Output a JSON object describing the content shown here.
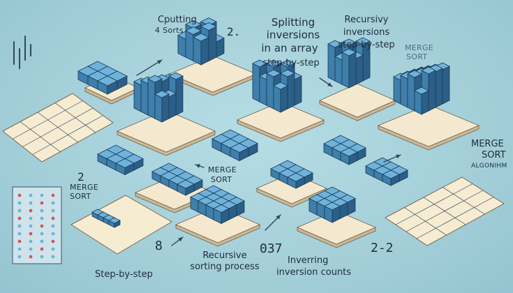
{
  "labels": {
    "cputting": "Cputting",
    "sorts": "4 Sorts",
    "num_top": "2.",
    "splitting_1": "Splitting",
    "splitting_2": "inversions",
    "splitting_3": "in an array",
    "splitting_4": "step-by-step",
    "recursive_1": "Recursivy",
    "recursive_2": "inversions",
    "recursive_3": "step-by-step",
    "merge_top_1": "MERGE",
    "merge_top_2": "SORT",
    "merge_right_1": "MERGE",
    "merge_right_2": "SORT",
    "merge_right_3": "ALGONIHM",
    "merge_left_num": "2",
    "merge_left_1": "MERGE",
    "merge_left_2": "SORT",
    "merge_mid_1": "MERGE",
    "merge_mid_2": "SORT",
    "num_b": "8",
    "recursive_b_1": "Recursive",
    "recursive_b_2": "sorting process",
    "num_037": "037",
    "inverring_1": "Inverring",
    "inverring_2": "inversion counts",
    "num_neg": "2-2",
    "step_bottom": "Step-by-step"
  },
  "colors": {
    "background": "#a9d3dc",
    "cube_top": "#6fb3dc",
    "cube_left": "#3e7fab",
    "cube_right": "#2b5f87",
    "platform": "#f4e9cf",
    "ink": "#1f2b3d"
  }
}
